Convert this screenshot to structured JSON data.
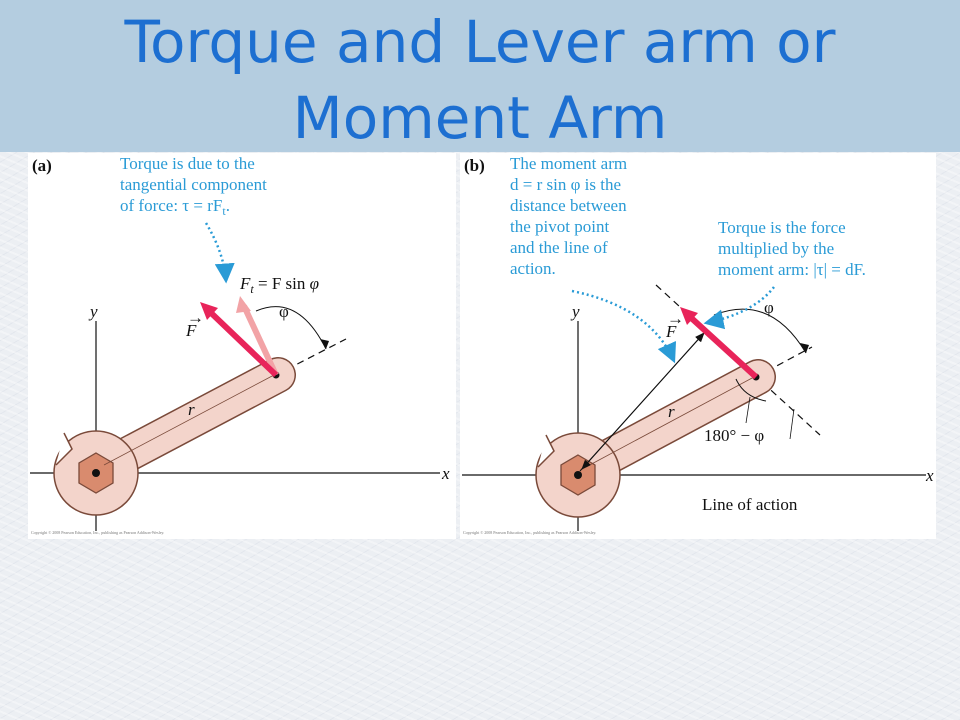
{
  "slide": {
    "title_line1": "Torque and Lever arm or",
    "title_line2": "Moment Arm"
  },
  "colors": {
    "title": "#1d6fd1",
    "banner": "#b4cde0",
    "force_vector": "#e8245a",
    "tangential_component": "#f2a3a6",
    "wrench_fill": "#f3d4cb",
    "wrench_stroke": "#7a4a3a",
    "annotation_blue": "#2a9bd6"
  },
  "panel_a": {
    "label": "(a)",
    "note_lines": [
      "Torque is due to the",
      "tangential component",
      "of force: τ = rF",
      "t",
      "."
    ],
    "ft_label": "F",
    "ft_sub": "t",
    "ft_rhs": " = F sin ",
    "phi": "φ",
    "force_label": "F",
    "vec_arrow": "→",
    "r_label": "r",
    "x_label": "x",
    "y_label": "y",
    "copyright": "Copyright © 2008 Pearson Education, Inc., publishing as Pearson Addison-Wesley."
  },
  "panel_b": {
    "label": "(b)",
    "moment_note_lines": [
      "The moment arm",
      "d = r sin φ is the",
      "distance between",
      "the pivot point",
      "and the line of",
      "action."
    ],
    "torque_note_lines": [
      "Torque is the force",
      "multiplied by the",
      "moment arm: |τ| = dF."
    ],
    "phi": "φ",
    "force_label": "F",
    "vec_arrow": "→",
    "r_label": "r",
    "angle_label": "180° − φ",
    "line_of_action": "Line of action",
    "x_label": "x",
    "y_label": "y",
    "copyright": "Copyright © 2008 Pearson Education, Inc., publishing as Pearson Addison-Wesley."
  }
}
